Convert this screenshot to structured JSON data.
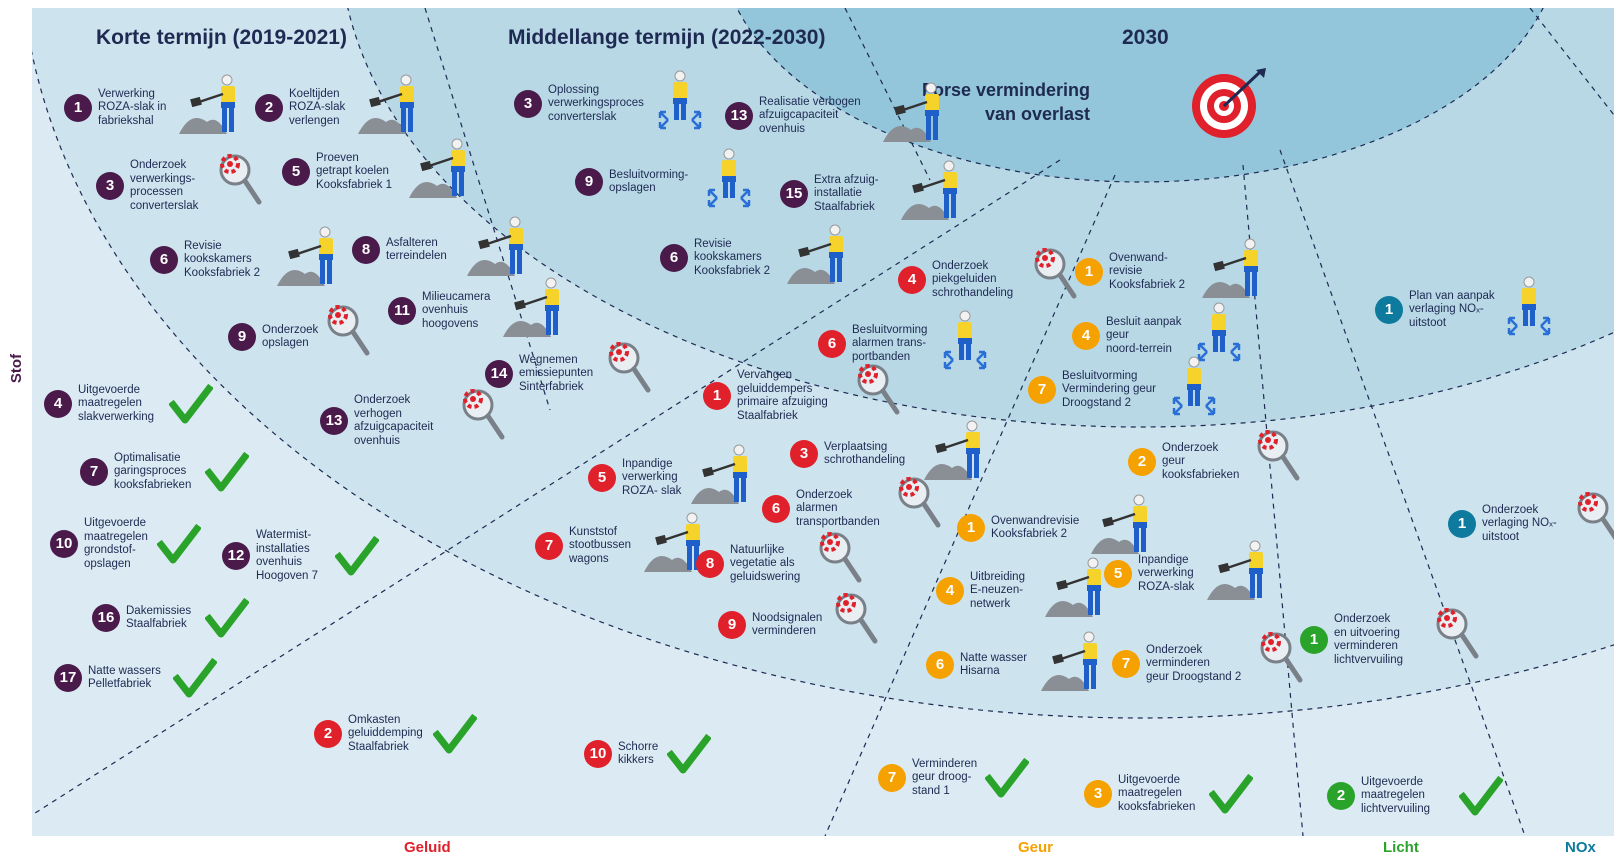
{
  "headers": {
    "korte": "Korte termijn (2019-2021)",
    "middel": "Middellange termijn (2022-2030)",
    "jaar": "2030"
  },
  "target": {
    "line1": "Forse vermindering",
    "line2": "van overlast"
  },
  "axis_labels": {
    "stof": "Stof",
    "geluid": "Geluid",
    "geur": "Geur",
    "licht": "Licht",
    "nox": "NOx"
  },
  "colors": {
    "stof": "#4a1a4a",
    "geluid": "#e0202a",
    "geur": "#f5a100",
    "licht": "#2aa32a",
    "nox": "#0e7a9e",
    "check": "#2aa32a",
    "bg_outer": "#dbeaf3",
    "bg_ring2": "#cde3ee",
    "bg_ring3": "#b8d8e6",
    "bg_center": "#93c6da"
  },
  "items": [
    {
      "n": "1",
      "cat": "stof",
      "icon": "worker-shovel-icon",
      "text": "Verwerking\nROZA-slak in\nfabriekshal"
    },
    {
      "n": "2",
      "cat": "stof",
      "icon": "worker-shovel-icon",
      "text": "Koeltijden\nROZA-slak\nverlengen"
    },
    {
      "n": "3",
      "cat": "stof",
      "icon": "research-magnifier-icon",
      "text": "Onderzoek\nverwerkings-\nprocessen\nconverterslak"
    },
    {
      "n": "5",
      "cat": "stof",
      "icon": "worker-shovel-icon",
      "text": "Proeven\ngetrapt koelen\nKooksfabriek 1"
    },
    {
      "n": "6",
      "cat": "stof",
      "icon": "worker-shovel-icon",
      "text": "Revisie\nkooks­kamers\nKooksfabriek 2"
    },
    {
      "n": "8",
      "cat": "stof",
      "icon": "worker-shovel-icon",
      "text": "Asfalteren\nterreindelen"
    },
    {
      "n": "9",
      "cat": "stof",
      "icon": "research-magnifier-icon",
      "text": "Onderzoek\nopslagen"
    },
    {
      "n": "11",
      "cat": "stof",
      "icon": "worker-shovel-icon",
      "text": "Milieucamera\novenhuis\nhoogovens"
    },
    {
      "n": "13",
      "cat": "stof",
      "icon": "research-magnifier-icon",
      "text": "Onderzoek\nverhogen\nafzuigcapaciteit\novenhuis"
    },
    {
      "n": "14",
      "cat": "stof",
      "icon": "research-magnifier-icon",
      "text": "Wegnemen\nemissiepunten\nSinterfabriek"
    },
    {
      "n": "3",
      "cat": "stof",
      "icon": "worker-plan-icon",
      "text": "Oplossing\nverwerkingsproces\nconverterslak"
    },
    {
      "n": "13",
      "cat": "stof",
      "icon": "worker-shovel-icon",
      "text": "Realisatie verhogen\nafzuigcapaciteit\novenhuis"
    },
    {
      "n": "9",
      "cat": "stof",
      "icon": "worker-plan-icon",
      "text": "Besluitvorming-\nopslagen"
    },
    {
      "n": "15",
      "cat": "stof",
      "icon": "worker-shovel-icon",
      "text": "Extra afzuig-\ninstallatie\nStaalfabriek"
    },
    {
      "n": "6",
      "cat": "stof",
      "icon": "worker-shovel-icon",
      "text": "Revisie\nkookskamers\nKooksfabriek 2"
    },
    {
      "n": "4",
      "cat": "geluid",
      "icon": "research-magnifier-icon",
      "text": "Onderzoek\npiekgeluiden\nschrothandeling"
    },
    {
      "n": "6",
      "cat": "geluid",
      "icon": "worker-plan-icon",
      "text": "Besluitvorming\nalarmen trans-\nportbanden"
    },
    {
      "n": "1",
      "cat": "geur",
      "icon": "worker-shovel-icon",
      "text": "Ovenwand-\nrevisie\nKooksfabriek 2"
    },
    {
      "n": "4",
      "cat": "geur",
      "icon": "worker-plan-icon",
      "text": "Besluit aanpak\ngeur\nnoord-terrein"
    },
    {
      "n": "7",
      "cat": "geur",
      "icon": "worker-plan-icon",
      "text": "Besluitvorming\nVermindering geur\nDroogstand 2"
    },
    {
      "n": "1",
      "cat": "nox",
      "icon": "worker-plan-icon",
      "text": "Plan van aanpak\nverlaging NOₓ-\nuitstoot"
    },
    {
      "n": "1",
      "cat": "geluid",
      "icon": "research-magnifier-icon",
      "text": "Vervangen\ngeluiddempers\nprimaire afzuiging\nStaalfabriek"
    },
    {
      "n": "3",
      "cat": "geluid",
      "icon": "worker-shovel-icon",
      "text": "Verplaatsing\nschrothandeling"
    },
    {
      "n": "5",
      "cat": "geluid",
      "icon": "worker-shovel-icon",
      "text": "Inpandige\nverwerking\nROZA- slak"
    },
    {
      "n": "6",
      "cat": "geluid",
      "icon": "research-magnifier-icon",
      "text": "Onderzoek\nalarmen\ntransportbanden"
    },
    {
      "n": "7",
      "cat": "geluid",
      "icon": "worker-shovel-icon",
      "text": "Kunststof\nstootbussen\nwagons"
    },
    {
      "n": "8",
      "cat": "geluid",
      "icon": "research-magnifier-icon",
      "text": "Natuurlijke\nvegetatie als\ngeluidswering"
    },
    {
      "n": "9",
      "cat": "geluid",
      "icon": "research-magnifier-icon",
      "text": "Noodsignalen\nverminderen"
    },
    {
      "n": "2",
      "cat": "geur",
      "icon": "research-magnifier-icon",
      "text": "Onderzoek\ngeur\nkooksfabrieken"
    },
    {
      "n": "1",
      "cat": "geur",
      "icon": "worker-shovel-icon",
      "text": "Ovenwandrevisie\nKooksfabriek 2"
    },
    {
      "n": "4",
      "cat": "geur",
      "icon": "worker-shovel-icon",
      "text": "Uitbreiding\nE-neuzen-\nnetwerk"
    },
    {
      "n": "5",
      "cat": "geur",
      "icon": "worker-shovel-icon",
      "text": "Inpandige\nverwerking\nROZA-slak"
    },
    {
      "n": "6",
      "cat": "geur",
      "icon": "worker-shovel-icon",
      "text": "Natte wasser\nHisarna"
    },
    {
      "n": "7",
      "cat": "geur",
      "icon": "research-magnifier-icon",
      "text": "Onderzoek\nverminderen\ngeur Droogstand 2"
    },
    {
      "n": "1",
      "cat": "nox",
      "icon": "research-magnifier-icon",
      "text": "Onderzoek\nverlaging NOₓ-\nuitstoot"
    },
    {
      "n": "1",
      "cat": "licht",
      "icon": "research-magnifier-icon",
      "text": "Onderzoek\nen uitvoering\nverminderen\nlichtvervuiling"
    },
    {
      "n": "4",
      "cat": "stof",
      "icon": "check-icon",
      "text": "Uitgevoerde\nmaatregelen\nslakverwerking"
    },
    {
      "n": "7",
      "cat": "stof",
      "icon": "check-icon",
      "text": "Optimalisatie\ngaringsproces\nkooksfabrieken"
    },
    {
      "n": "10",
      "cat": "stof",
      "icon": "check-icon",
      "text": "Uitgevoerde\nmaatregelen\ngrondstof-\nopslagen"
    },
    {
      "n": "12",
      "cat": "stof",
      "icon": "check-icon",
      "text": "Watermist-\ninstallaties\novenhuis\nHoogoven 7"
    },
    {
      "n": "16",
      "cat": "stof",
      "icon": "check-icon",
      "text": "Dakemissies\nStaalfabriek"
    },
    {
      "n": "17",
      "cat": "stof",
      "icon": "check-icon",
      "text": "Natte wassers\nPelletfabriek"
    },
    {
      "n": "2",
      "cat": "geluid",
      "icon": "check-icon",
      "text": "Omkasten\ngeluiddemping\nStaalfabriek"
    },
    {
      "n": "10",
      "cat": "geluid",
      "icon": "check-icon",
      "text": "Schorre\nkikkers"
    },
    {
      "n": "7",
      "cat": "geur",
      "icon": "check-icon",
      "text": "Verminderen\ngeur droog-\nstand 1"
    },
    {
      "n": "3",
      "cat": "geur",
      "icon": "check-icon",
      "text": "Uitgevoerde\nmaatregelen\nkooksfabrieken"
    },
    {
      "n": "2",
      "cat": "licht",
      "icon": "check-icon",
      "text": "Uitgevoerde\nmaatregelen\nlichtvervuiling"
    }
  ]
}
